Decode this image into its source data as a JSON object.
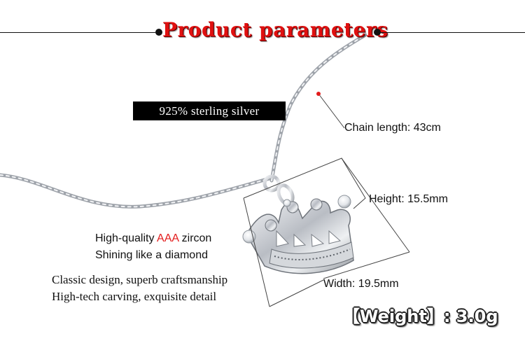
{
  "header": {
    "title": "Product parameters"
  },
  "badge": {
    "material": "925% sterling silver"
  },
  "specs": {
    "chain_length": "Chain length: 43cm",
    "height": "Height:  15.5mm",
    "width": "Width:  19.5mm",
    "weight": "【Weight】: 3.0g"
  },
  "features": {
    "zircon_prefix": "High-quality ",
    "zircon_accent": "AAA",
    "zircon_suffix": " zircon",
    "shine": "Shining like a diamond",
    "design": "Classic design, superb craftsmanship",
    "carving": "High-tech carving, exquisite detail"
  },
  "colors": {
    "accent": "#e31b1b",
    "header_red": "#e01010",
    "badge_bg": "#000000",
    "silver": "#c9ccd1"
  }
}
